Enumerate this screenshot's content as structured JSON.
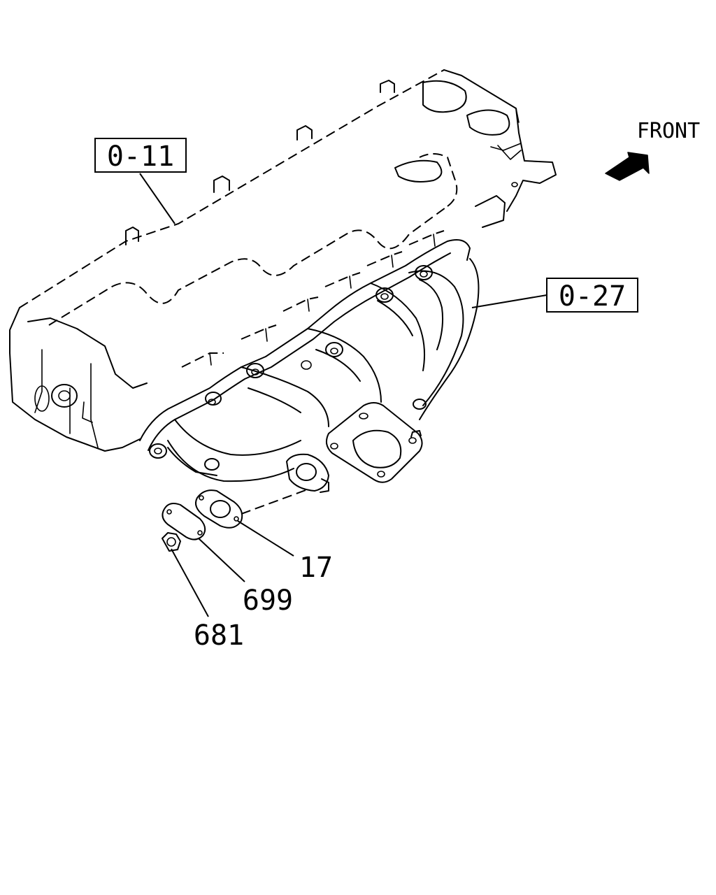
{
  "direction_label": "FRONT",
  "reference_labels": [
    {
      "id": "cylinder-head",
      "text": "0-11"
    },
    {
      "id": "exhaust-manifold",
      "text": "0-27"
    }
  ],
  "part_callouts": [
    {
      "id": "gasket",
      "number": "17"
    },
    {
      "id": "plate",
      "number": "699"
    },
    {
      "id": "nut",
      "number": "681"
    }
  ],
  "icons": [
    "front-arrow-icon"
  ]
}
